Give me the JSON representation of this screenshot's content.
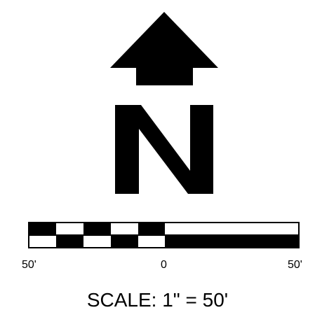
{
  "north_arrow": {
    "letter": "N",
    "arrow_icon": "up-arrow-icon",
    "color": "#000000",
    "background": "#ffffff"
  },
  "scale_bar": {
    "tick_labels": [
      "50'",
      "0",
      "50'"
    ]
  },
  "caption": "SCALE: 1\" = 50'"
}
